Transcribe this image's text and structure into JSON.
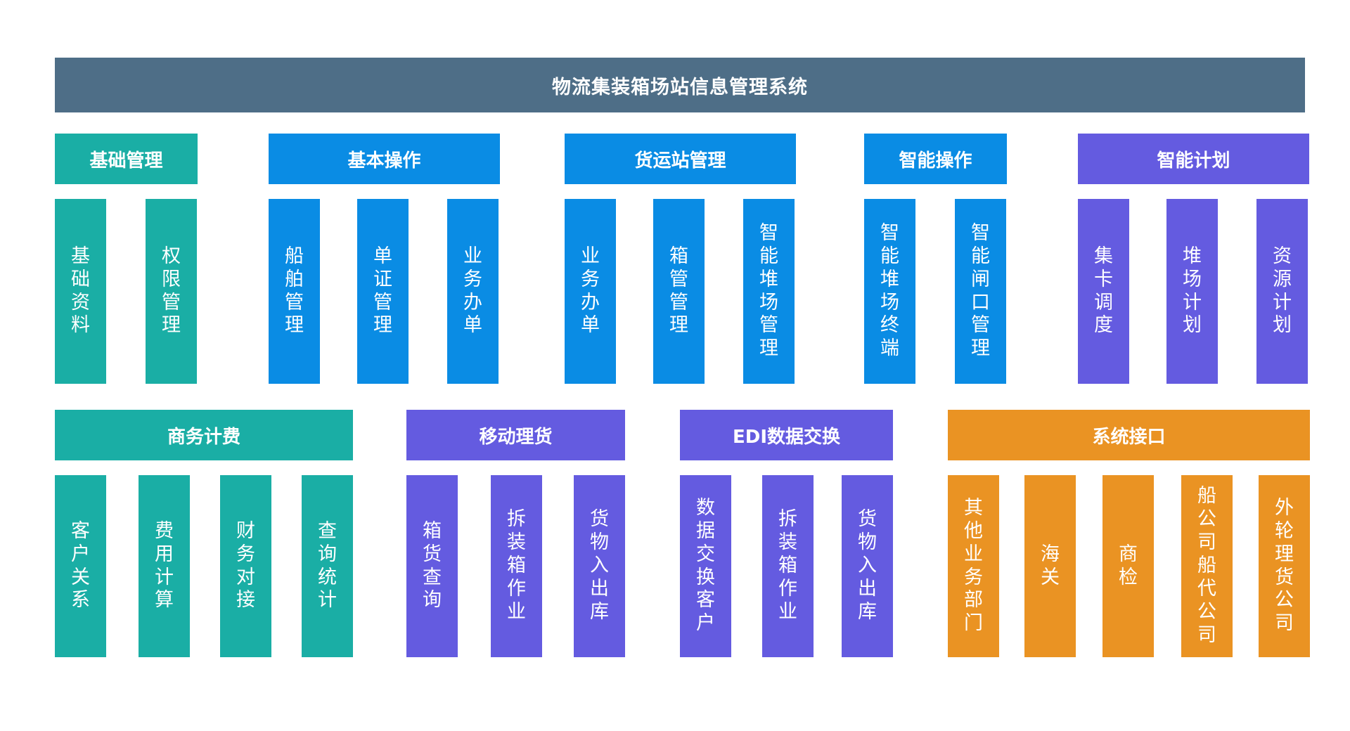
{
  "system_title": "物流集装箱场站信息管理系统",
  "colors": {
    "title_bar": "#4e6e87",
    "teal": "#1aaea5",
    "blue": "#0a8ce4",
    "purple": "#645be0",
    "orange": "#ea9323"
  },
  "groups": [
    {
      "title": "基础管理",
      "color": "teal",
      "modules": [
        "基础资料",
        "权限管理"
      ]
    },
    {
      "title": "基本操作",
      "color": "blue",
      "modules": [
        "船舶管理",
        "单证管理",
        "业务办单"
      ]
    },
    {
      "title": "货运站管理",
      "color": "blue",
      "modules": [
        "业务办单",
        "箱管管理",
        "智能堆场管理"
      ]
    },
    {
      "title": "智能操作",
      "color": "blue",
      "modules": [
        "智能堆场终端",
        "智能闸口管理"
      ]
    },
    {
      "title": "智能计划",
      "color": "purple",
      "modules": [
        "集卡调度",
        "堆场计划",
        "资源计划"
      ]
    },
    {
      "title": "商务计费",
      "color": "teal",
      "modules": [
        "客户关系",
        "费用计算",
        "财务对接",
        "查询统计"
      ]
    },
    {
      "title": "移动理货",
      "color": "purple",
      "modules": [
        "箱货查询",
        "拆装箱作业",
        "货物入出库"
      ]
    },
    {
      "title": "EDI数据交换",
      "color": "purple",
      "modules": [
        "数据交换客户",
        "拆装箱作业",
        "货物入出库"
      ]
    },
    {
      "title": "系统接口",
      "color": "orange",
      "modules": [
        "其他业务部门",
        "海关",
        "商检",
        "船公司船代公司",
        "外轮理货公司"
      ]
    }
  ]
}
